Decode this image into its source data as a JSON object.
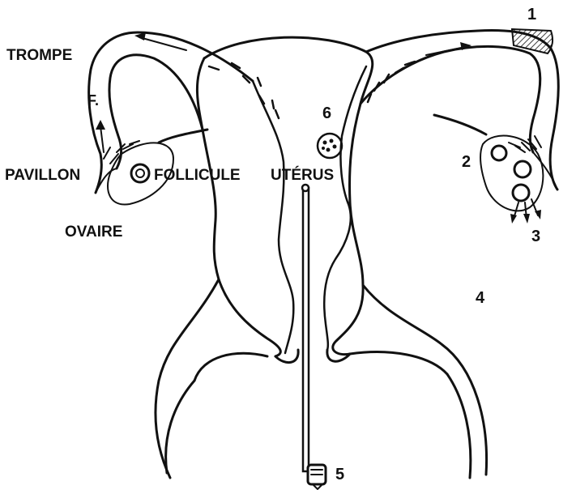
{
  "labels": {
    "trompe": "TROMPE",
    "pavillon": "PAVILLON",
    "follicule": "FOLLICULE",
    "ovaire": "OVAIRE",
    "uterus": "UTÉRUS",
    "f": "F.",
    "n1": "1",
    "n2": "2",
    "n3": "3",
    "n4": "4",
    "n5": "5",
    "n6": "6"
  },
  "colors": {
    "ink": "#111111",
    "paper": "#ffffff"
  }
}
